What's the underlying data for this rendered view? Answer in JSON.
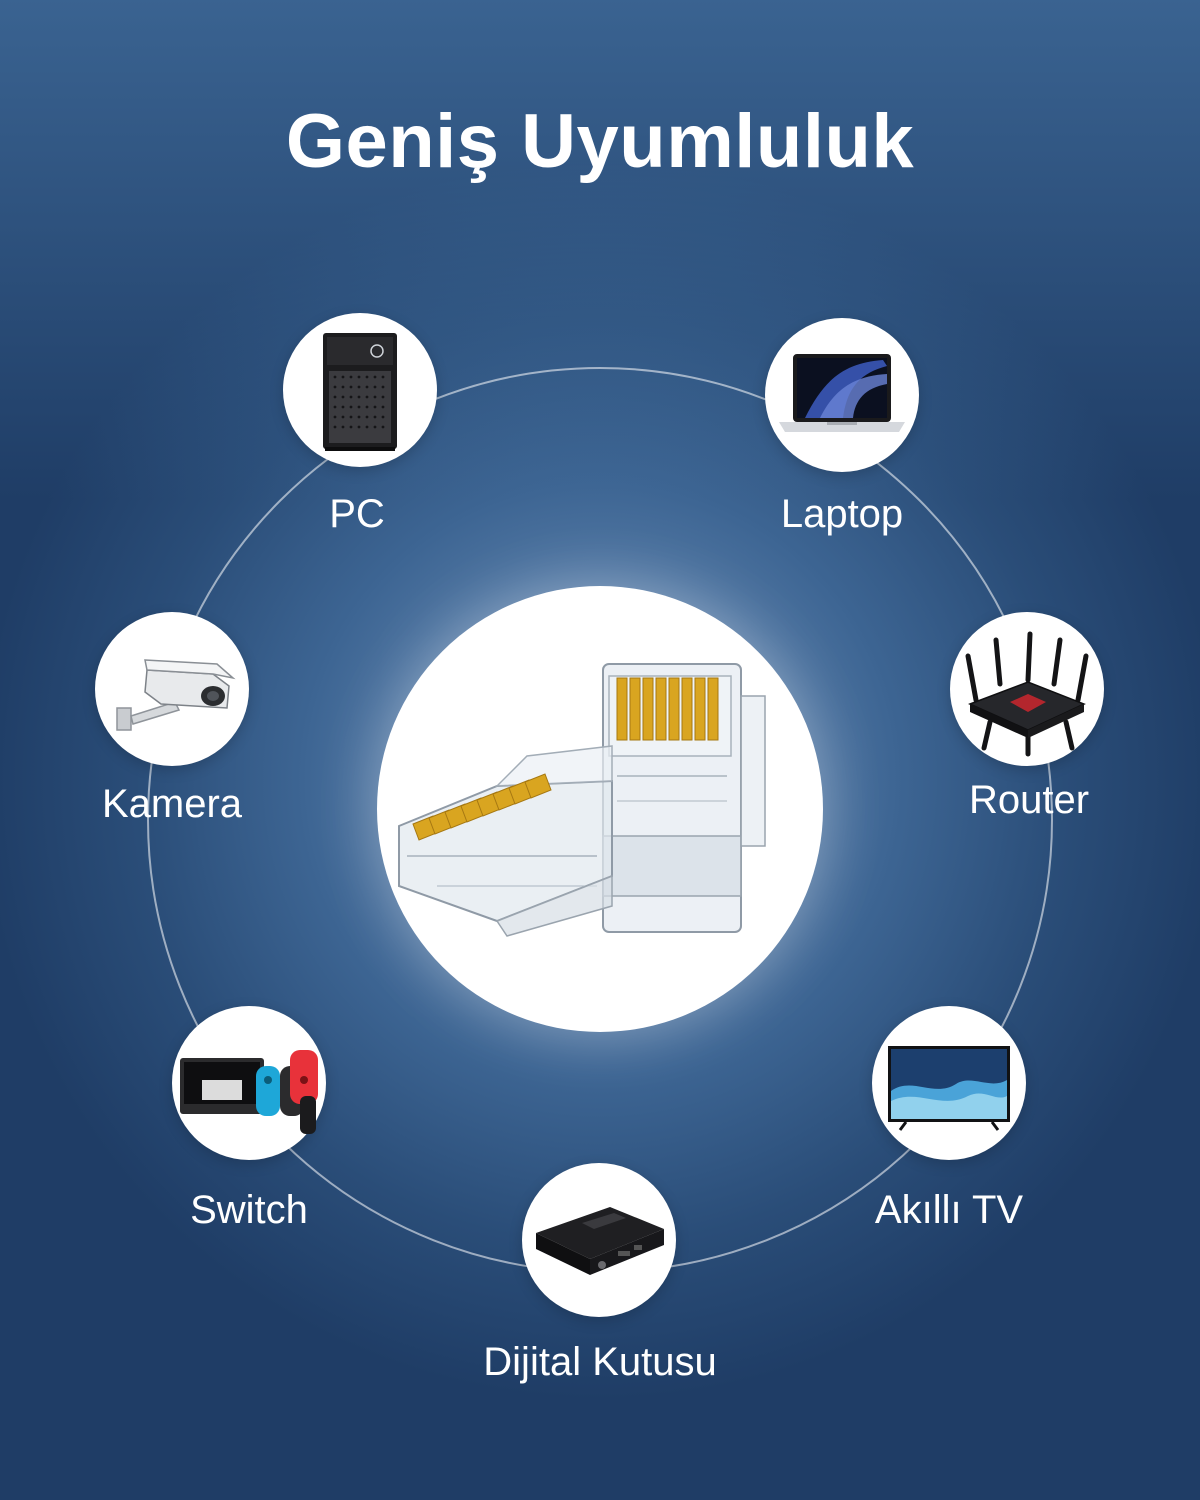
{
  "title": "Geniş Uyumluluk",
  "devices": [
    {
      "label": "PC",
      "icon": "desktop-tower-icon"
    },
    {
      "label": "Laptop",
      "icon": "laptop-icon"
    },
    {
      "label": "Kamera",
      "icon": "security-camera-icon"
    },
    {
      "label": "Router",
      "icon": "wifi-router-icon"
    },
    {
      "label": "Switch",
      "icon": "game-console-icon"
    },
    {
      "label": "Akıllı TV",
      "icon": "smart-tv-icon"
    },
    {
      "label": "Dijital Kutusu",
      "icon": "tv-box-icon"
    }
  ],
  "center": {
    "icon": "rj45-connector-icon"
  },
  "colors": {
    "background": "#2f5784",
    "accent_gold": "#d9a520",
    "text": "#ffffff"
  }
}
